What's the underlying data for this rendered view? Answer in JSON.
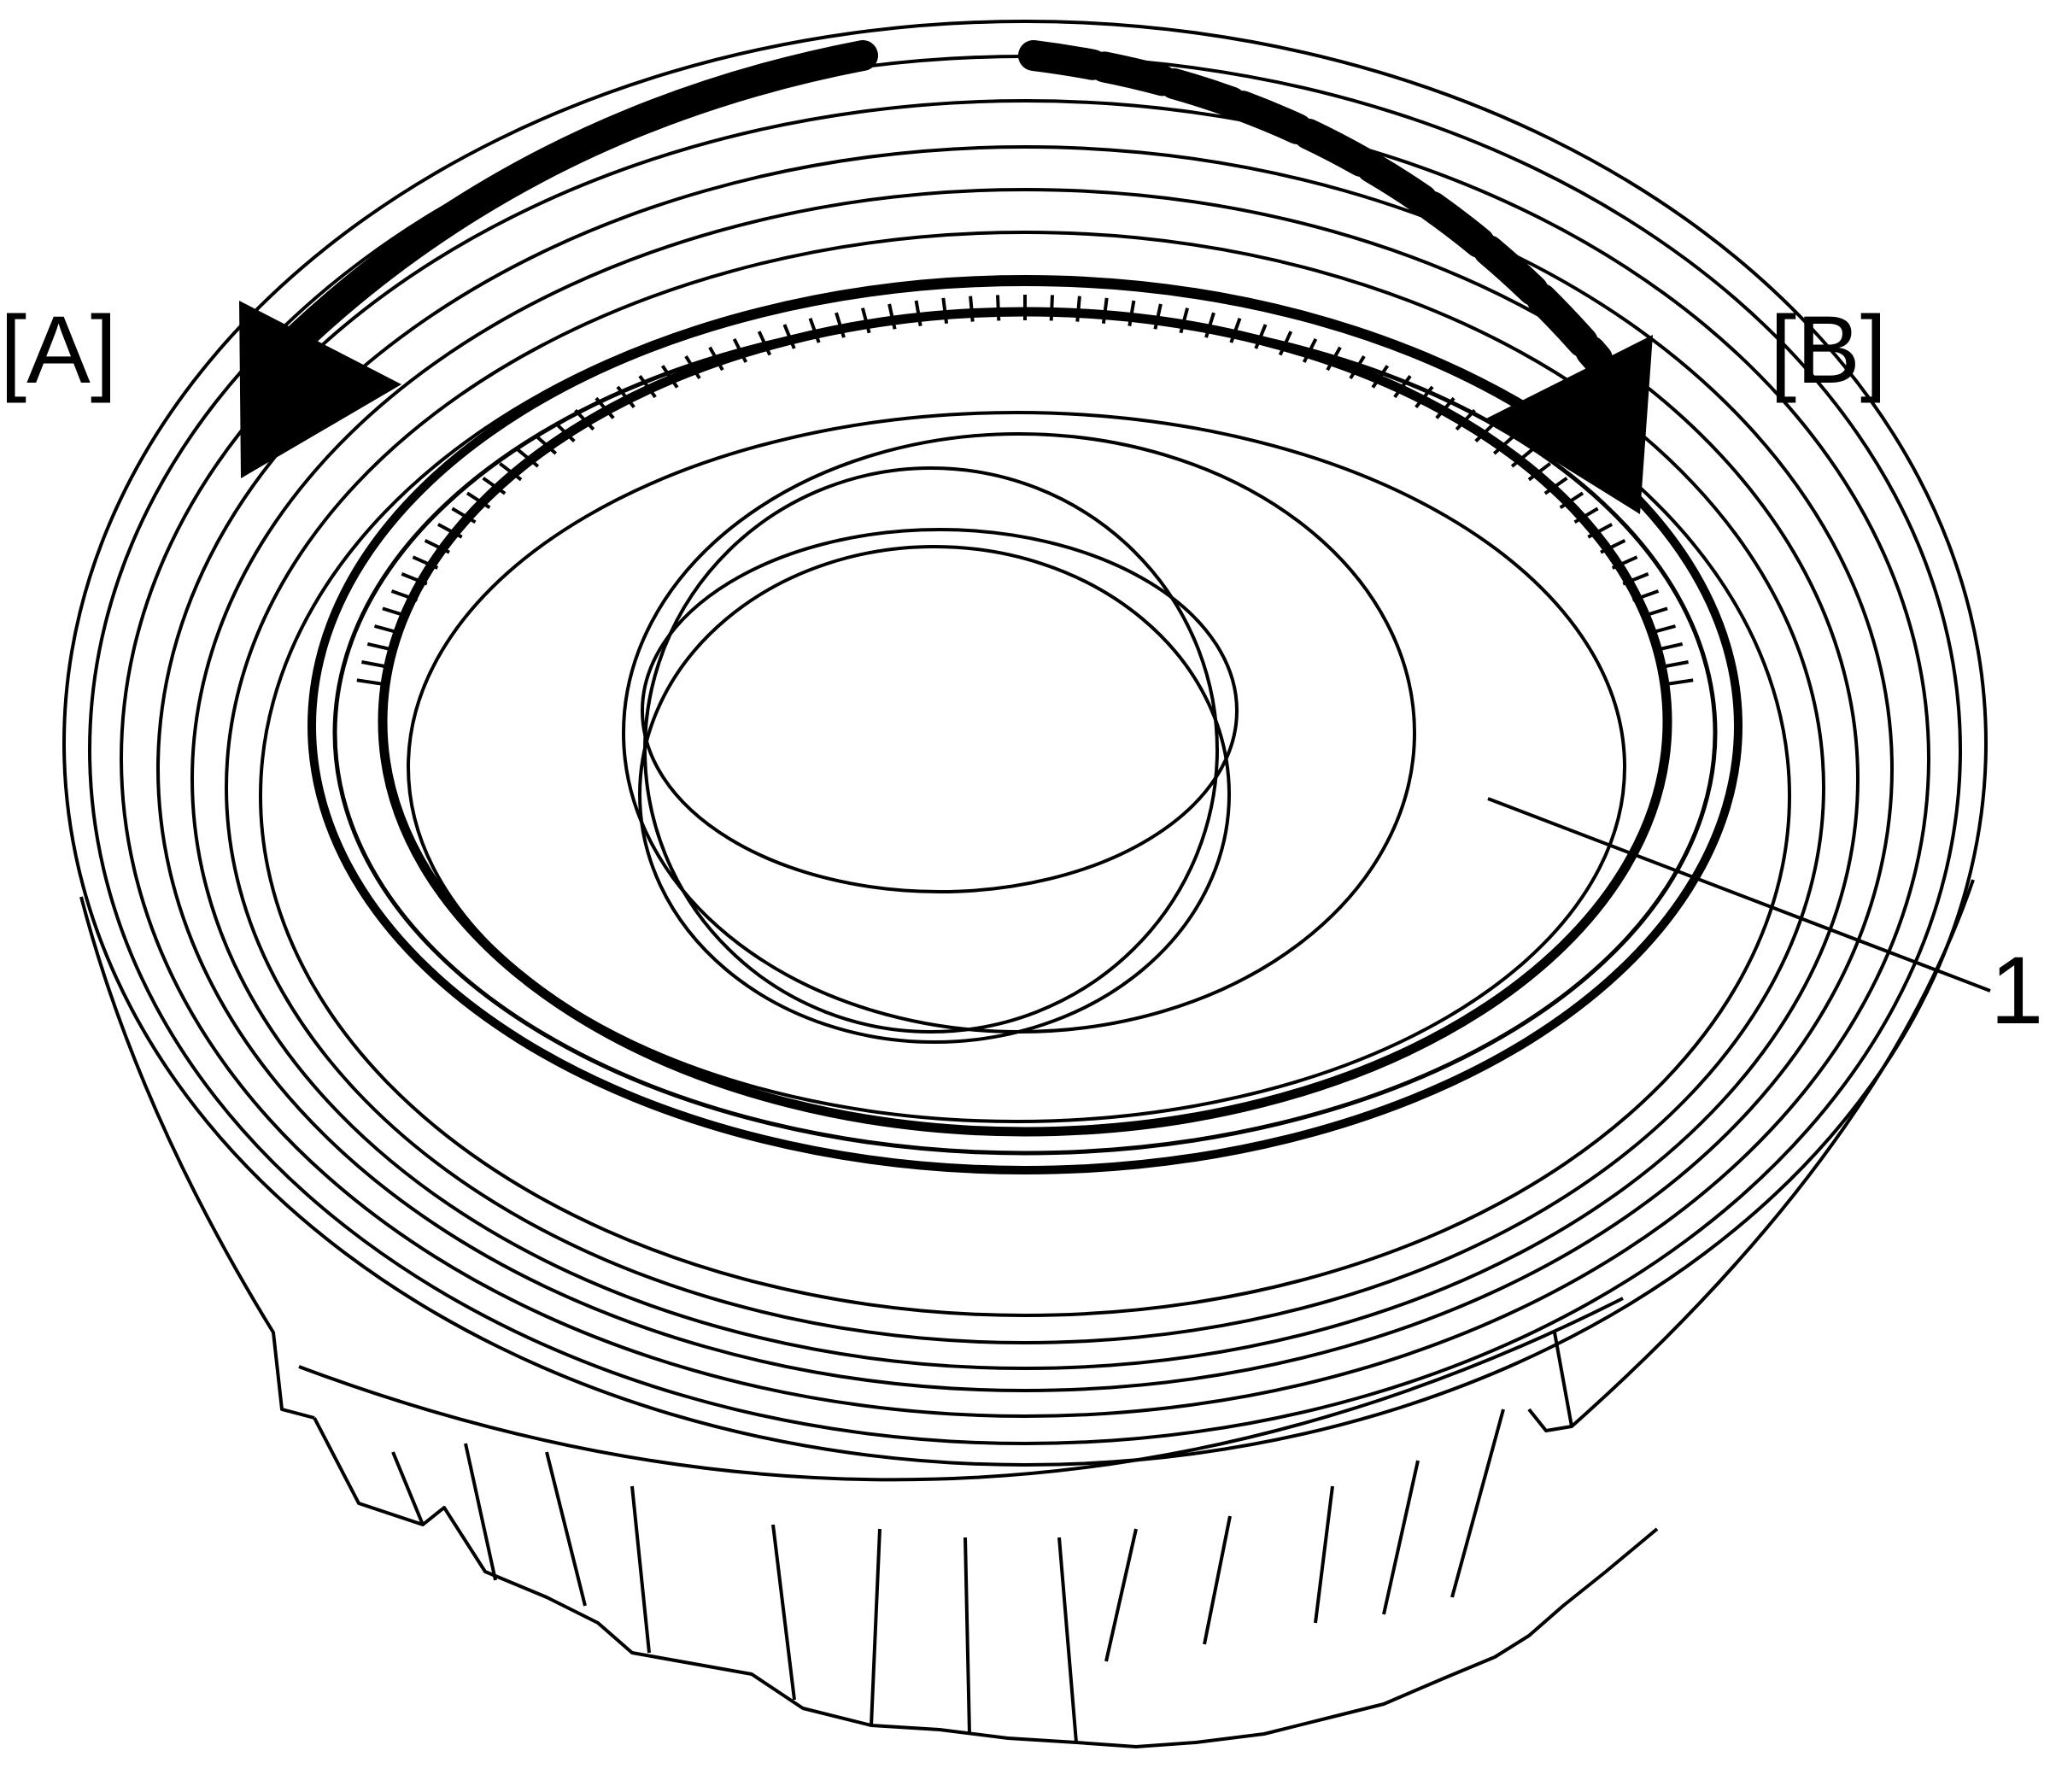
{
  "labels": {
    "direction_a": "[A]",
    "direction_b": "[B]",
    "callout_1": "1"
  },
  "colors": {
    "line": "#000000",
    "background": "#ffffff"
  },
  "icons": {
    "arrow_a": "curved-arrow-counterclockwise",
    "arrow_b": "curved-arrow-clockwise"
  }
}
